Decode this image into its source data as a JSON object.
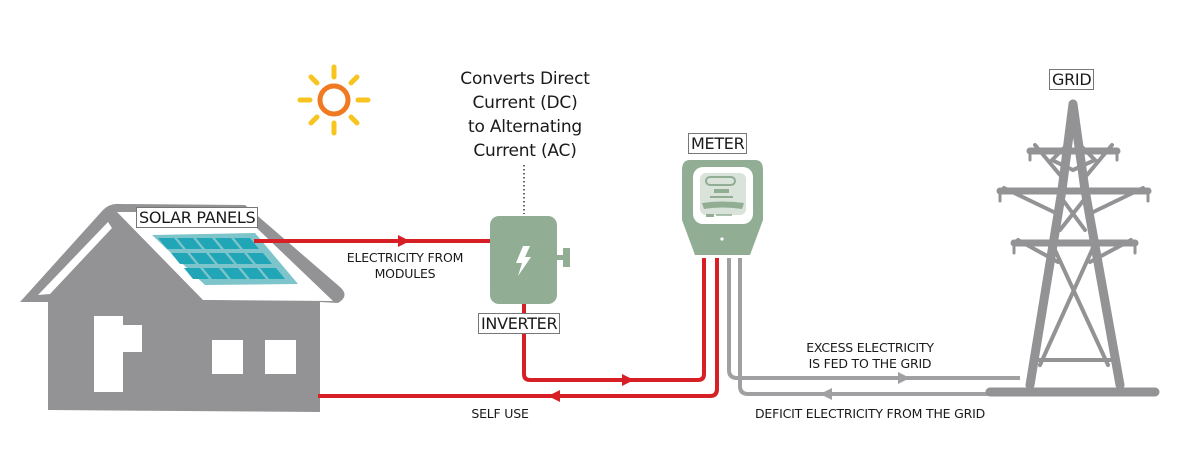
{
  "colors": {
    "house": "#939396",
    "panel_frame": "#7ec4cb",
    "panel_cell": "#21a6b7",
    "device": "#91ae94",
    "dc_ac_line": "#d71f26",
    "grid_line": "#a0a0a3",
    "tower": "#939396",
    "sun_ring": "#ef7a22",
    "sun_rays": "#f8c520"
  },
  "labels": {
    "solar_panels": "SOLAR PANELS",
    "inverter": "INVERTER",
    "meter": "METER",
    "grid": "GRID",
    "inverter_note": [
      "Converts Direct",
      "Current (DC)",
      "to Alternating",
      "Current (AC)"
    ],
    "electricity_from_modules": [
      "ELECTRICITY FROM",
      "MODULES"
    ],
    "excess_electricity": [
      "EXCESS ELECTRICITY",
      "IS FED TO THE GRID"
    ],
    "deficit_electricity": "DEFICIT ELECTRICITY FROM THE GRID",
    "self_use": "SELF USE"
  },
  "icons": {
    "sun": "sun-icon",
    "house": "house-icon",
    "solar_panel": "solar-panel-icon",
    "inverter": "lightning-bolt-icon",
    "meter": "electric-meter-icon",
    "tower": "transmission-tower-icon"
  }
}
